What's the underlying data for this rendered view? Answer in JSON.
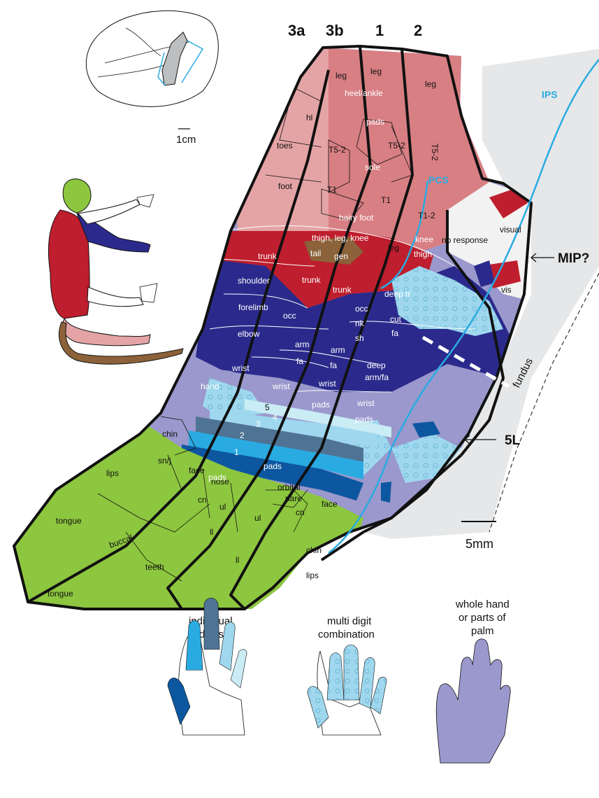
{
  "columns": {
    "c3a": "3a",
    "c3b": "3b",
    "c1": "1",
    "c2": "2"
  },
  "scale": {
    "brain": "1cm",
    "map": "5mm"
  },
  "callouts": {
    "mip": "MIP?",
    "l5": "5L",
    "ips": "IPS",
    "pcs": "PCS",
    "fundus": "fundus"
  },
  "regions": {
    "leg1": "leg",
    "leg2": "leg",
    "leg3": "leg",
    "heel": "heel/ankle",
    "pads_top": "pads",
    "hl": "hl",
    "toes": "toes",
    "t52a": "T5-2",
    "t52b": "T5-2",
    "t52c": "T5-2",
    "sole": "sole",
    "foot": "foot",
    "t1a": "T1",
    "t1b": "T1",
    "t12": "T1-2",
    "hairy": "hairy foot",
    "thigh_leg_knee": "thigh, leg, knee",
    "leg4": "leg",
    "knee": "knee",
    "thigh": "thigh",
    "trunk1": "trunk",
    "tail": "tail",
    "gen": "gen",
    "trunk2": "trunk",
    "trunk3": "trunk",
    "deeptr": "deep tr",
    "noresp": "no response",
    "visual": "visual",
    "vis": "vis",
    "shoulder": "shoulder",
    "forelimb": "forelimb",
    "occ1": "occ",
    "occ2": "occ",
    "nk": "nk",
    "sh": "sh",
    "cut": "cut",
    "fa1": "fa",
    "elbow": "elbow",
    "arm1": "arm",
    "arm2": "arm",
    "fa2": "fa",
    "fa3": "fa",
    "deep": "deep",
    "armfa": "arm/fa",
    "wrist1": "wrist",
    "wrist2": "wrist",
    "wrist3": "wrist",
    "wrist4": "wrist",
    "hand": "hand",
    "pads2": "pads",
    "pads3": "pads",
    "pads4": "pads",
    "pads5": "pads",
    "d5": "5",
    "d4": "4",
    "d3": "3",
    "d2": "2",
    "d1": "1",
    "chin1": "chin",
    "snj": "sn/j",
    "lips1": "lips",
    "face1": "face",
    "nose": "nose",
    "cn1": "cn",
    "ul1": "ul",
    "orbital": "orbital",
    "nare": "nare",
    "cn2": "cn",
    "ul2": "ul",
    "face2": "face",
    "tongue1": "tongue",
    "buccal": "buccal",
    "teeth": "teeth",
    "ll1": "ll",
    "ll2": "ll",
    "chin2": "chin",
    "lips2": "lips",
    "tongue2": "tongue"
  },
  "legend": [
    {
      "line1": "individual",
      "line2": "digits"
    },
    {
      "line1": "multi digit",
      "line2": "combination"
    },
    {
      "line1": "whole hand",
      "line2": "or parts of",
      "line3": "palm"
    }
  ],
  "colors": {
    "pink": "#d87f84",
    "lightpink": "#e4a4a6",
    "red": "#be1e2d",
    "navy": "#2b2a8c",
    "lavender": "#9a98cc",
    "green": "#8dc63f",
    "cyan": "#29abe2",
    "skyblue": "#9fd8ee",
    "grayblue": "#4f7394",
    "palecyan": "#c9ecf5",
    "darkblue": "#0d57a0",
    "brown": "#8b6239",
    "gray": "#e6e7e8"
  }
}
